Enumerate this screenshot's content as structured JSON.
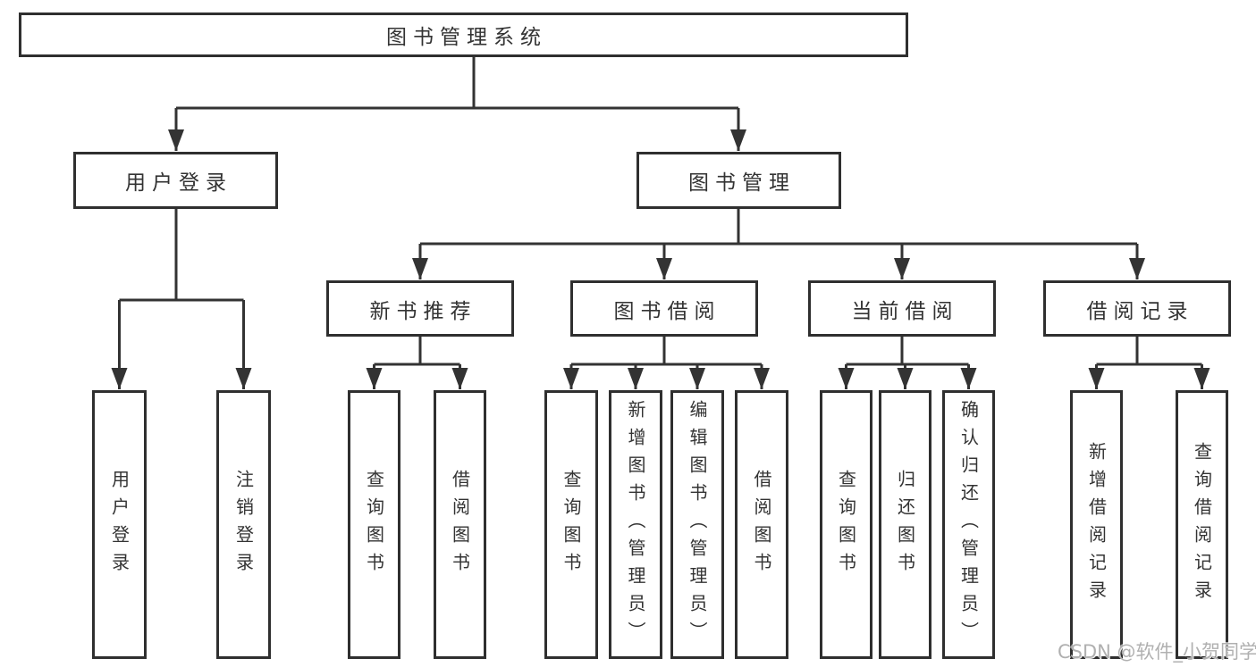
{
  "diagram": {
    "root": {
      "label": "图书管理系统"
    },
    "branches": [
      {
        "label": "用户登录",
        "leaves": [
          "用户登录",
          "注销登录"
        ]
      },
      {
        "label": "图书管理",
        "children": [
          {
            "label": "新书推荐",
            "leaves": [
              "查询图书",
              "借阅图书"
            ]
          },
          {
            "label": "图书借阅",
            "leaves": [
              "查询图书",
              "新增图书（管理员）",
              "编辑图书（管理员）",
              "借阅图书"
            ]
          },
          {
            "label": "当前借阅",
            "leaves": [
              "查询图书",
              "归还图书",
              "确认归还（管理员）"
            ]
          },
          {
            "label": "借阅记录",
            "leaves": [
              "新增借阅记录",
              "查询借阅记录"
            ]
          }
        ]
      }
    ]
  },
  "watermark": {
    "text": "CSDN @软件_小贺同学"
  },
  "colors": {
    "line": "#333333",
    "text": "#333333",
    "box_background": "#ffffff",
    "watermark": "#b0b0b0"
  }
}
